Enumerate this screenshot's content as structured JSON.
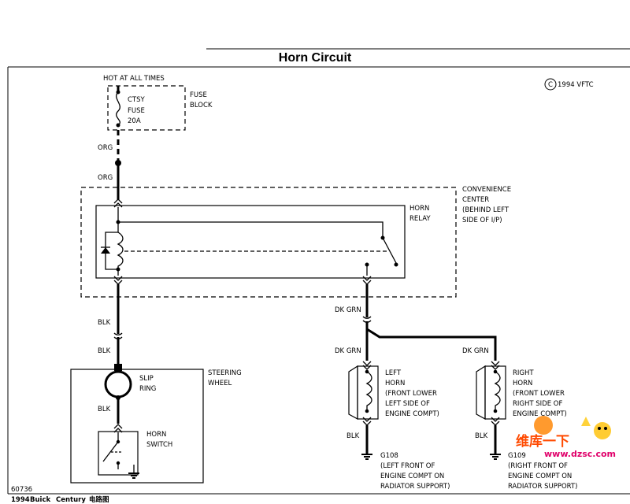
{
  "title": "Horn Circuit",
  "copyright": "1994 VFTC",
  "copyright_symbol": "C",
  "labels": {
    "hot_at_all_times": "HOT AT ALL TIMES",
    "fuse_ctsy": "CTSY",
    "fuse_name": "FUSE",
    "fuse_rating": "20A",
    "fuse_block_1": "FUSE",
    "fuse_block_2": "BLOCK",
    "wire_org_1": "ORG",
    "wire_org_2": "ORG",
    "conv_1": "CONVENIENCE",
    "conv_2": "CENTER",
    "conv_3": "(BEHIND LEFT",
    "conv_4": "SIDE OF I/P)",
    "relay_1": "HORN",
    "relay_2": "RELAY",
    "wire_blk_1": "BLK",
    "wire_blk_2": "BLK",
    "slip_1": "SLIP",
    "slip_2": "RING",
    "steering_1": "STEERING",
    "steering_2": "WHEEL",
    "wire_blk_3": "BLK",
    "horn_switch_1": "HORN",
    "horn_switch_2": "SWITCH",
    "wire_dkgrn_1": "DK GRN",
    "wire_dkgrn_2": "DK GRN",
    "wire_dkgrn_3": "DK GRN",
    "left_horn_1": "LEFT",
    "left_horn_2": "HORN",
    "left_horn_3": "(FRONT LOWER",
    "left_horn_4": "LEFT SIDE OF",
    "left_horn_5": "ENGINE COMPT)",
    "right_horn_1": "RIGHT",
    "right_horn_2": "HORN",
    "right_horn_3": "(FRONT LOWER",
    "right_horn_4": "RIGHT SIDE OF",
    "right_horn_5": "ENGINE COMPT)",
    "wire_blk_left": "BLK",
    "wire_blk_right": "BLK",
    "g108_1": "G108",
    "g108_2": "(LEFT FRONT OF",
    "g108_3": "ENGINE COMPT ON",
    "g108_4": "RADIATOR SUPPORT)",
    "g109_1": "G109",
    "g109_2": "(RIGHT FRONT OF",
    "g109_3": "ENGINE COMPT ON",
    "g109_4": "RADIATOR SUPPORT)",
    "code": "60736"
  },
  "footer": {
    "year": "1994",
    "make": "Buick",
    "model": "Century",
    "suffix": "电路图"
  },
  "watermark": {
    "line1": "维库一下",
    "line2": "www.dzsc.com"
  }
}
